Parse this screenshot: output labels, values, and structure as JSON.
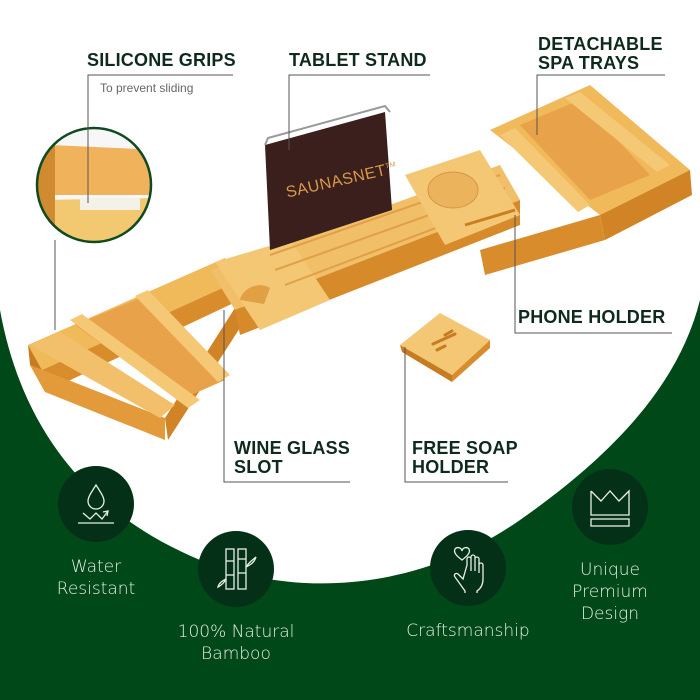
{
  "colors": {
    "green": "#004818",
    "green_dark": "#053018",
    "text_dark": "#0f2a1c",
    "bamboo": "#e9a84a",
    "bamboo_light": "#f3c774",
    "bamboo_dark": "#c77c22"
  },
  "product": {
    "brand": "SAUNASNET",
    "trademark": "TM"
  },
  "callouts": {
    "silicone_grips": {
      "title": "SILICONE GRIPS",
      "subtitle": "To prevent sliding"
    },
    "tablet_stand": {
      "title": "TABLET STAND"
    },
    "spa_trays": {
      "title_line1": "DETACHABLE",
      "title_line2": "SPA TRAYS"
    },
    "phone_holder": {
      "title": "PHONE HOLDER"
    },
    "wine_glass": {
      "title_line1": "WINE GLASS",
      "title_line2": "SLOT"
    },
    "soap_holder": {
      "title_line1": "FREE SOAP",
      "title_line2": "HOLDER"
    }
  },
  "features": [
    {
      "icon": "water-drop-icon",
      "line1": "Water",
      "line2": "Resistant"
    },
    {
      "icon": "bamboo-icon",
      "line1": "100% Natural",
      "line2": "Bamboo"
    },
    {
      "icon": "heart-hand-icon",
      "line1": "Craftsmanship"
    },
    {
      "icon": "crown-icon",
      "line1": "Unique",
      "line2": "Premium",
      "line3": "Design"
    }
  ]
}
